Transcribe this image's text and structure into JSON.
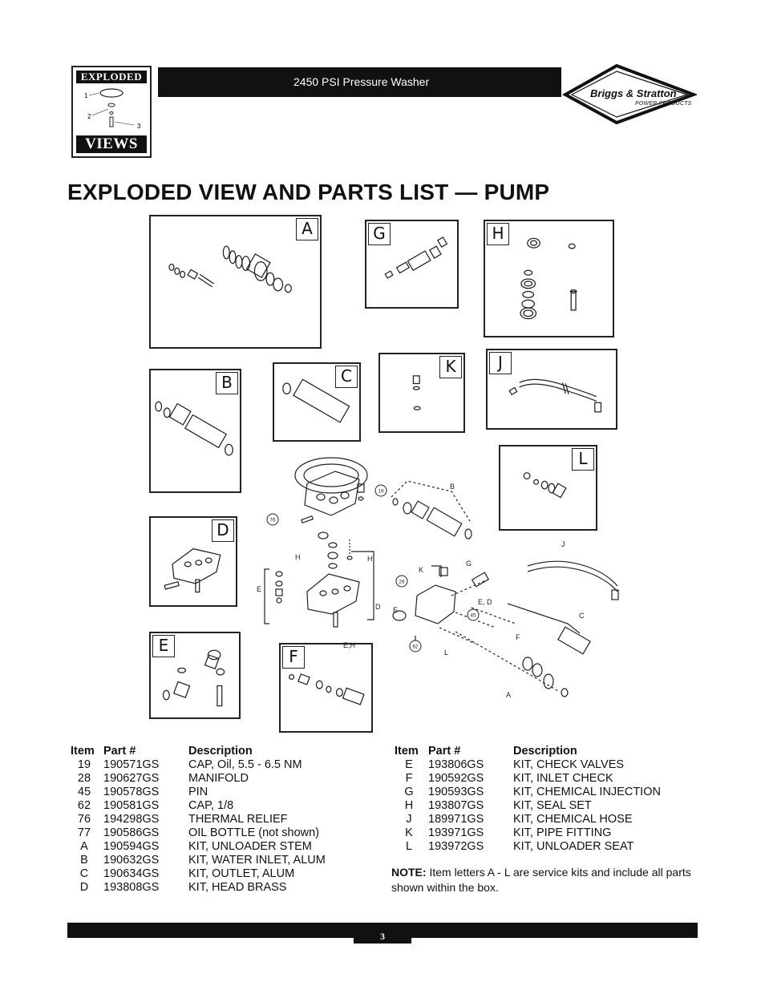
{
  "header": {
    "logo_top": "EXPLODED",
    "logo_bottom": "VIEWS",
    "logo_callouts": [
      "1",
      "2",
      "3"
    ],
    "product_title": "2450 PSI Pressure Washer",
    "brand_name": "Briggs & Stratton",
    "brand_sub": "POWER PRODUCTS"
  },
  "page_title": "EXPLODED VIEW AND PARTS LIST — PUMP",
  "kits": [
    "A",
    "G",
    "H",
    "B",
    "C",
    "K",
    "J",
    "L",
    "D",
    "E",
    "F"
  ],
  "diagram_labels": {
    "b": "B",
    "j": "J",
    "k": "K",
    "g": "G",
    "ed": "E, D",
    "c": "C",
    "f": "F",
    "a": "A",
    "l": "L",
    "e_left": "E",
    "h_left": "H",
    "h_right": "H",
    "d": "D",
    "eh": "E,H",
    "e_mid": "E",
    "c19": "19",
    "c76": "76",
    "c28": "28",
    "c45": "45",
    "c62": "62"
  },
  "parts_table": {
    "headers": {
      "item": "Item",
      "part": "Part #",
      "desc": "Description"
    },
    "left": [
      {
        "item": "19",
        "part": "190571GS",
        "desc": "CAP, Oil, 5.5 - 6.5 NM"
      },
      {
        "item": "28",
        "part": "190627GS",
        "desc": "MANIFOLD"
      },
      {
        "item": "45",
        "part": "190578GS",
        "desc": "PIN"
      },
      {
        "item": "62",
        "part": "190581GS",
        "desc": "CAP, 1/8"
      },
      {
        "item": "76",
        "part": "194298GS",
        "desc": "THERMAL RELIEF"
      },
      {
        "item": "77",
        "part": "190586GS",
        "desc": "OIL BOTTLE (not shown)"
      },
      {
        "item": "A",
        "part": "190594GS",
        "desc": "KIT, UNLOADER STEM"
      },
      {
        "item": "B",
        "part": "190632GS",
        "desc": "KIT, WATER INLET, ALUM"
      },
      {
        "item": "C",
        "part": "190634GS",
        "desc": "KIT, OUTLET, ALUM"
      },
      {
        "item": "D",
        "part": "193808GS",
        "desc": "KIT, HEAD BRASS"
      }
    ],
    "right": [
      {
        "item": "E",
        "part": "193806GS",
        "desc": "KIT, CHECK VALVES"
      },
      {
        "item": "F",
        "part": "190592GS",
        "desc": "KIT, INLET CHECK"
      },
      {
        "item": "G",
        "part": "190593GS",
        "desc": "KIT, CHEMICAL INJECTION"
      },
      {
        "item": "H",
        "part": "193807GS",
        "desc": "KIT, SEAL SET"
      },
      {
        "item": "J",
        "part": "189971GS",
        "desc": "KIT, CHEMICAL HOSE"
      },
      {
        "item": "K",
        "part": "193971GS",
        "desc": "KIT, PIPE FITTING"
      },
      {
        "item": "L",
        "part": "193972GS",
        "desc": "KIT, UNLOADER SEAT"
      }
    ]
  },
  "note": {
    "label": "NOTE:",
    "text": "Item letters A - L are service kits and include all parts shown within the box."
  },
  "footer": {
    "page_number": "3"
  }
}
